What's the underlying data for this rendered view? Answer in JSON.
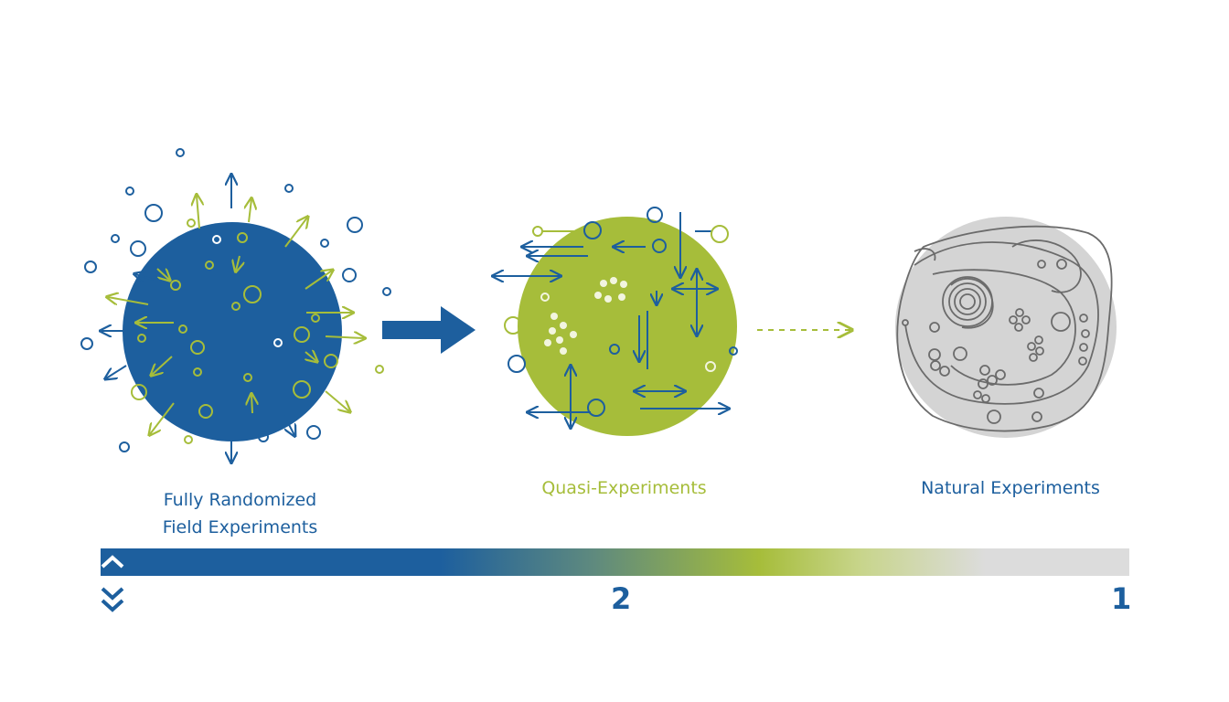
{
  "stages": [
    {
      "label_lines": [
        "Fully Randomized",
        "Field Experiments"
      ],
      "color": "#1d5f9e"
    },
    {
      "label": "Quasi-Experiments",
      "color": "#a6bd3a"
    },
    {
      "label": "Natural Experiments",
      "color": "#cfcfcf"
    }
  ],
  "scale": {
    "markers": [
      "2",
      "1"
    ],
    "gradient_colors": [
      "#1d5f9e",
      "#a6bd3a",
      "#dcdcdc"
    ],
    "up_icon": "chevron-up-icon",
    "down_icon": "double-chevron-down-icon"
  },
  "colors": {
    "blue": "#1d5f9e",
    "green": "#a6bd3a",
    "gray": "#d3d3d3"
  }
}
